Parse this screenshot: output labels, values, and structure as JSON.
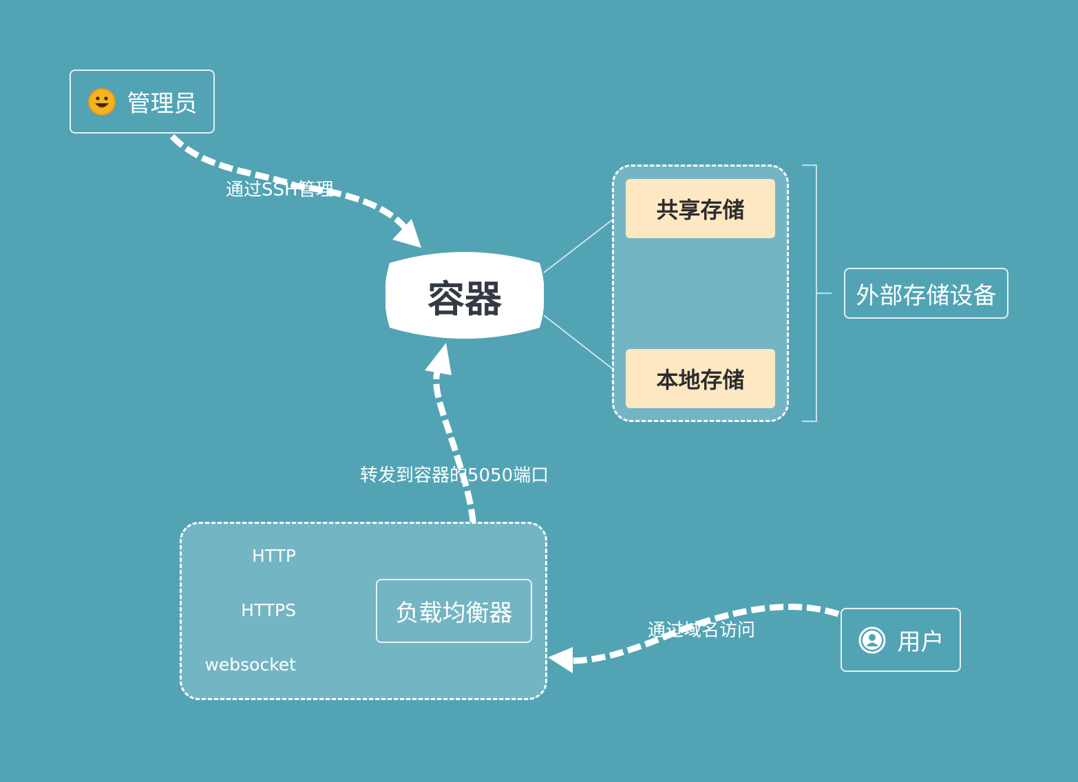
{
  "nodes": {
    "admin": {
      "label": "管理员",
      "icon": "smiley-face-icon"
    },
    "container": {
      "label": "容器"
    },
    "shared_storage": {
      "label": "共享存储"
    },
    "local_storage": {
      "label": "本地存储"
    },
    "external_storage": {
      "label": "外部存储设备"
    },
    "load_balancer": {
      "label": "负载均衡器"
    },
    "user": {
      "label": "用户",
      "icon": "user-avatar-icon"
    }
  },
  "protocols": [
    "HTTP",
    "HTTPS",
    "websocket"
  ],
  "edges": {
    "admin_to_container": "通过SSH管理",
    "lb_to_container": "转发到容器的5050端口",
    "user_to_lb": "通过域名访问"
  },
  "colors": {
    "background": "#52a4b5",
    "group_fill": "#74b5c3",
    "storage_fill": "#fee8c4",
    "smiley": "#f5b324"
  }
}
